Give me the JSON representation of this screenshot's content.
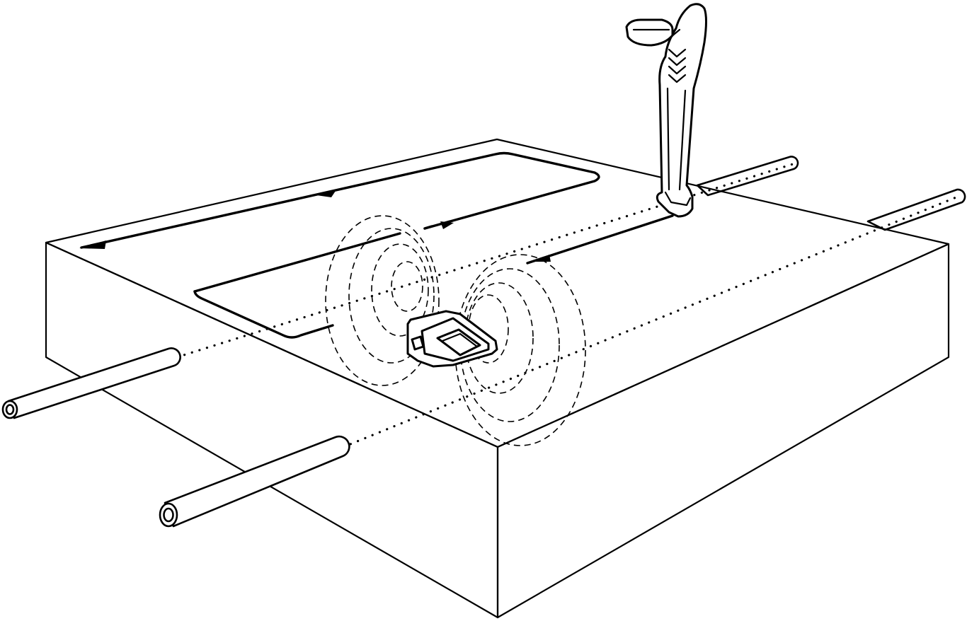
{
  "diagram": {
    "colors": {
      "line": "#000000",
      "background": "#ffffff"
    },
    "parts": [
      "slab",
      "signal-loop",
      "buried-pipe",
      "transmitter",
      "magnetic-field",
      "locator-receiver"
    ]
  }
}
